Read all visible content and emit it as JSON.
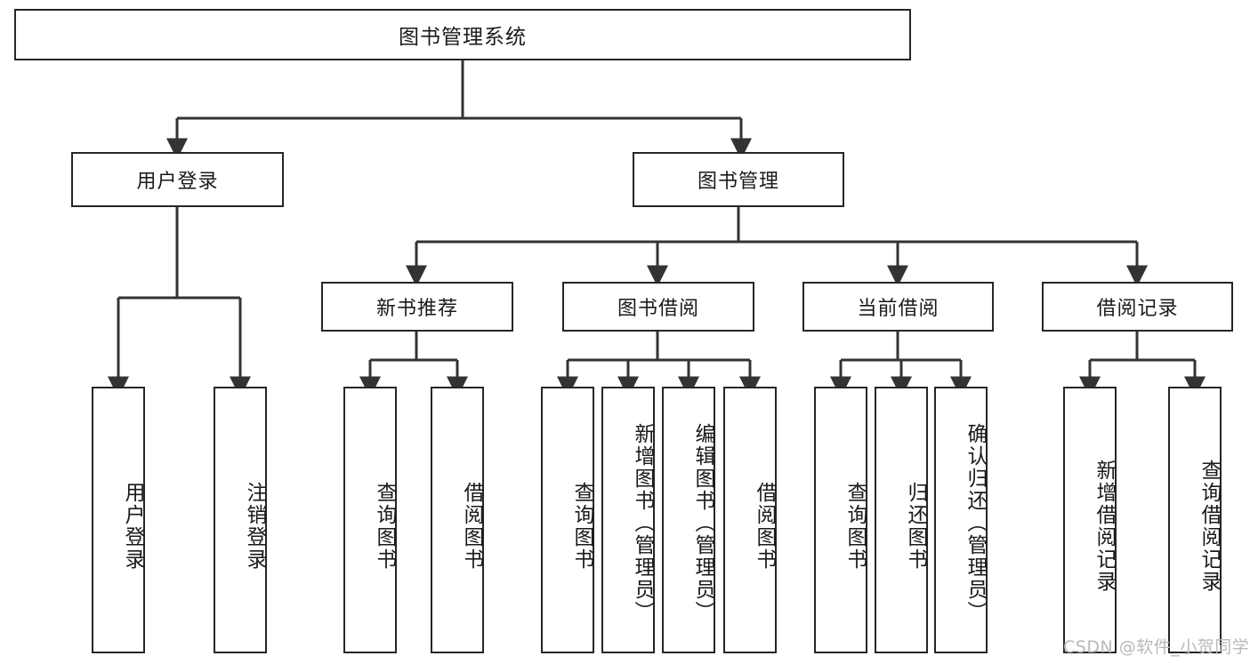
{
  "diagram": {
    "title": "图书管理系统",
    "type": "tree-hierarchy-diagram",
    "colors": {
      "background": "#ffffff",
      "box_border": "#262626",
      "box_fill": "#ffffff",
      "edge": "#333333",
      "text": "#1a1a1a",
      "watermark": "#b9b9b9"
    },
    "root": {
      "label": "图书管理系统"
    },
    "level2": [
      {
        "label": "用户登录"
      },
      {
        "label": "图书管理"
      }
    ],
    "level3": [
      {
        "label": "新书推荐"
      },
      {
        "label": "图书借阅"
      },
      {
        "label": "当前借阅"
      },
      {
        "label": "借阅记录"
      }
    ],
    "leaves": {
      "user_login": [
        {
          "label": "用户登录"
        },
        {
          "label": "注销登录"
        }
      ],
      "new_book_recommend": [
        {
          "label": "查询图书"
        },
        {
          "label": "借阅图书"
        }
      ],
      "book_borrow": [
        {
          "label": "查询图书"
        },
        {
          "label": "新增图书（管理员）"
        },
        {
          "label": "编辑图书（管理员）"
        },
        {
          "label": "借阅图书"
        }
      ],
      "current_borrow": [
        {
          "label": "查询图书"
        },
        {
          "label": "归还图书"
        },
        {
          "label": "确认归还（管理员）"
        }
      ],
      "borrow_record": [
        {
          "label": "新增借阅记录"
        },
        {
          "label": "查询借阅记录"
        }
      ]
    },
    "watermark": "CSDN @软件_小贺同学"
  }
}
